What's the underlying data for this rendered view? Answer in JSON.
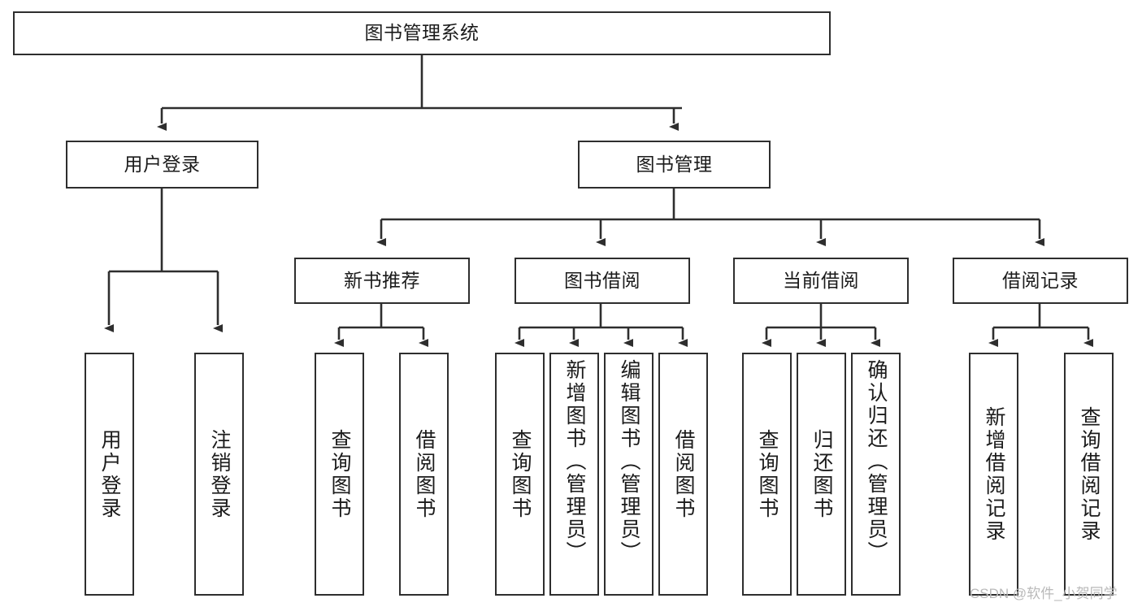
{
  "diagram": {
    "title_node": {
      "label": "图书管理系统"
    },
    "level2": [
      {
        "id": "user-login",
        "label": "用户登录"
      },
      {
        "id": "book-manage",
        "label": "图书管理"
      }
    ],
    "level3": [
      {
        "id": "new-book-recommend",
        "label": "新书推荐"
      },
      {
        "id": "book-borrow",
        "label": "图书借阅"
      },
      {
        "id": "current-borrow",
        "label": "当前借阅"
      },
      {
        "id": "borrow-record",
        "label": "借阅记录"
      }
    ],
    "leaves": [
      {
        "id": "leaf-user-login",
        "label": "用户登录",
        "parent": "user-login"
      },
      {
        "id": "leaf-logout-login",
        "label": "注销登录",
        "parent": "user-login"
      },
      {
        "id": "leaf-query-book-1",
        "label": "查询图书",
        "parent": "new-book-recommend"
      },
      {
        "id": "leaf-borrow-book-1",
        "label": "借阅图书",
        "parent": "new-book-recommend"
      },
      {
        "id": "leaf-query-book-2",
        "label": "查询图书",
        "parent": "book-borrow"
      },
      {
        "id": "leaf-add-book-admin",
        "label": "新增图书（管理员）",
        "parent": "book-borrow"
      },
      {
        "id": "leaf-edit-book-admin",
        "label": "编辑图书（管理员）",
        "parent": "book-borrow"
      },
      {
        "id": "leaf-borrow-book-2",
        "label": "借阅图书",
        "parent": "book-borrow"
      },
      {
        "id": "leaf-query-book-3",
        "label": "查询图书",
        "parent": "current-borrow"
      },
      {
        "id": "leaf-return-book",
        "label": "归还图书",
        "parent": "current-borrow"
      },
      {
        "id": "leaf-confirm-return-admin",
        "label": "确认归还（管理员）",
        "parent": "current-borrow"
      },
      {
        "id": "leaf-add-borrow-record",
        "label": "新增借阅记录",
        "parent": "borrow-record"
      },
      {
        "id": "leaf-query-borrow-record",
        "label": "查询借阅记录",
        "parent": "borrow-record"
      }
    ],
    "watermark": "CSDN @软件_小贺同学",
    "colors": {
      "line": "#2e2e2e",
      "box_fill": "#ffffff",
      "text": "#1b1b1b",
      "watermark": "#b9b9b9"
    }
  }
}
